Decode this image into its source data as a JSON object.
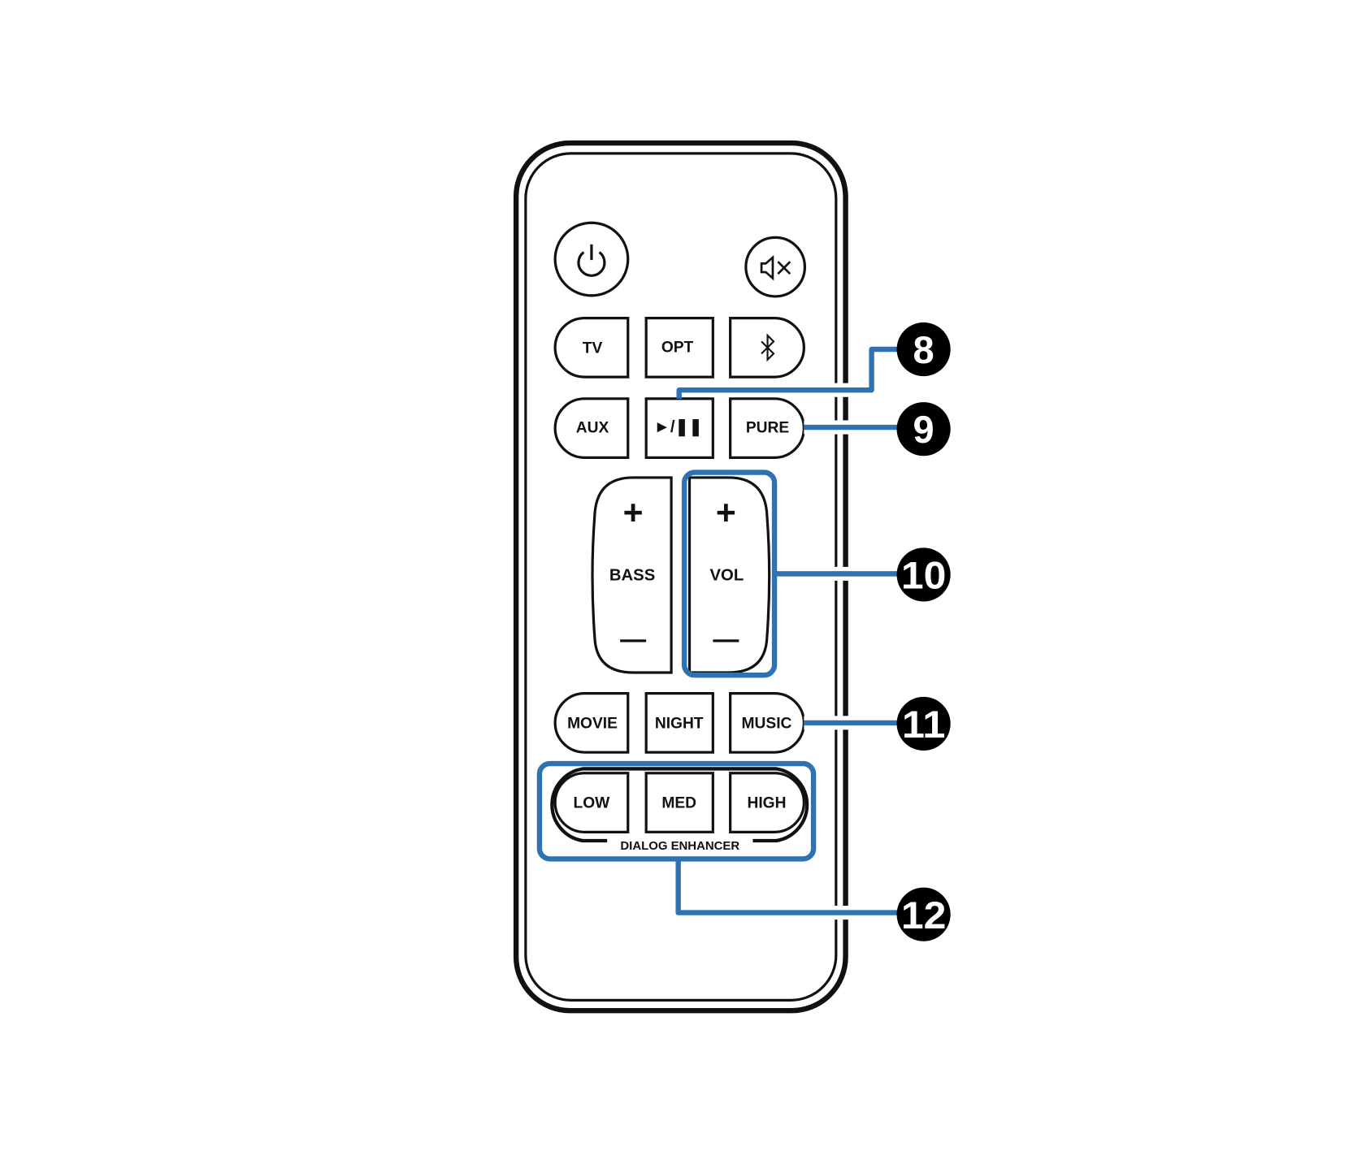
{
  "remote": {
    "buttons": {
      "power": "power-icon",
      "mute": "mute-icon",
      "tv": "TV",
      "opt": "OPT",
      "bluetooth": "bluetooth-icon",
      "aux": "AUX",
      "play_pause": "►/❚❚",
      "pure": "PURE",
      "bass": "BASS",
      "vol": "VOL",
      "plus": "+",
      "minus": "—",
      "movie": "MOVIE",
      "night": "NIGHT",
      "music": "MUSIC",
      "low": "LOW",
      "med": "MED",
      "high": "HIGH"
    },
    "dialog_enhancer_label": "DIALOG ENHANCER"
  },
  "callouts": [
    "8",
    "9",
    "10",
    "11",
    "12"
  ],
  "colors": {
    "callout_line": "#2f72b2",
    "badge": "#000000",
    "outline": "#111111"
  }
}
